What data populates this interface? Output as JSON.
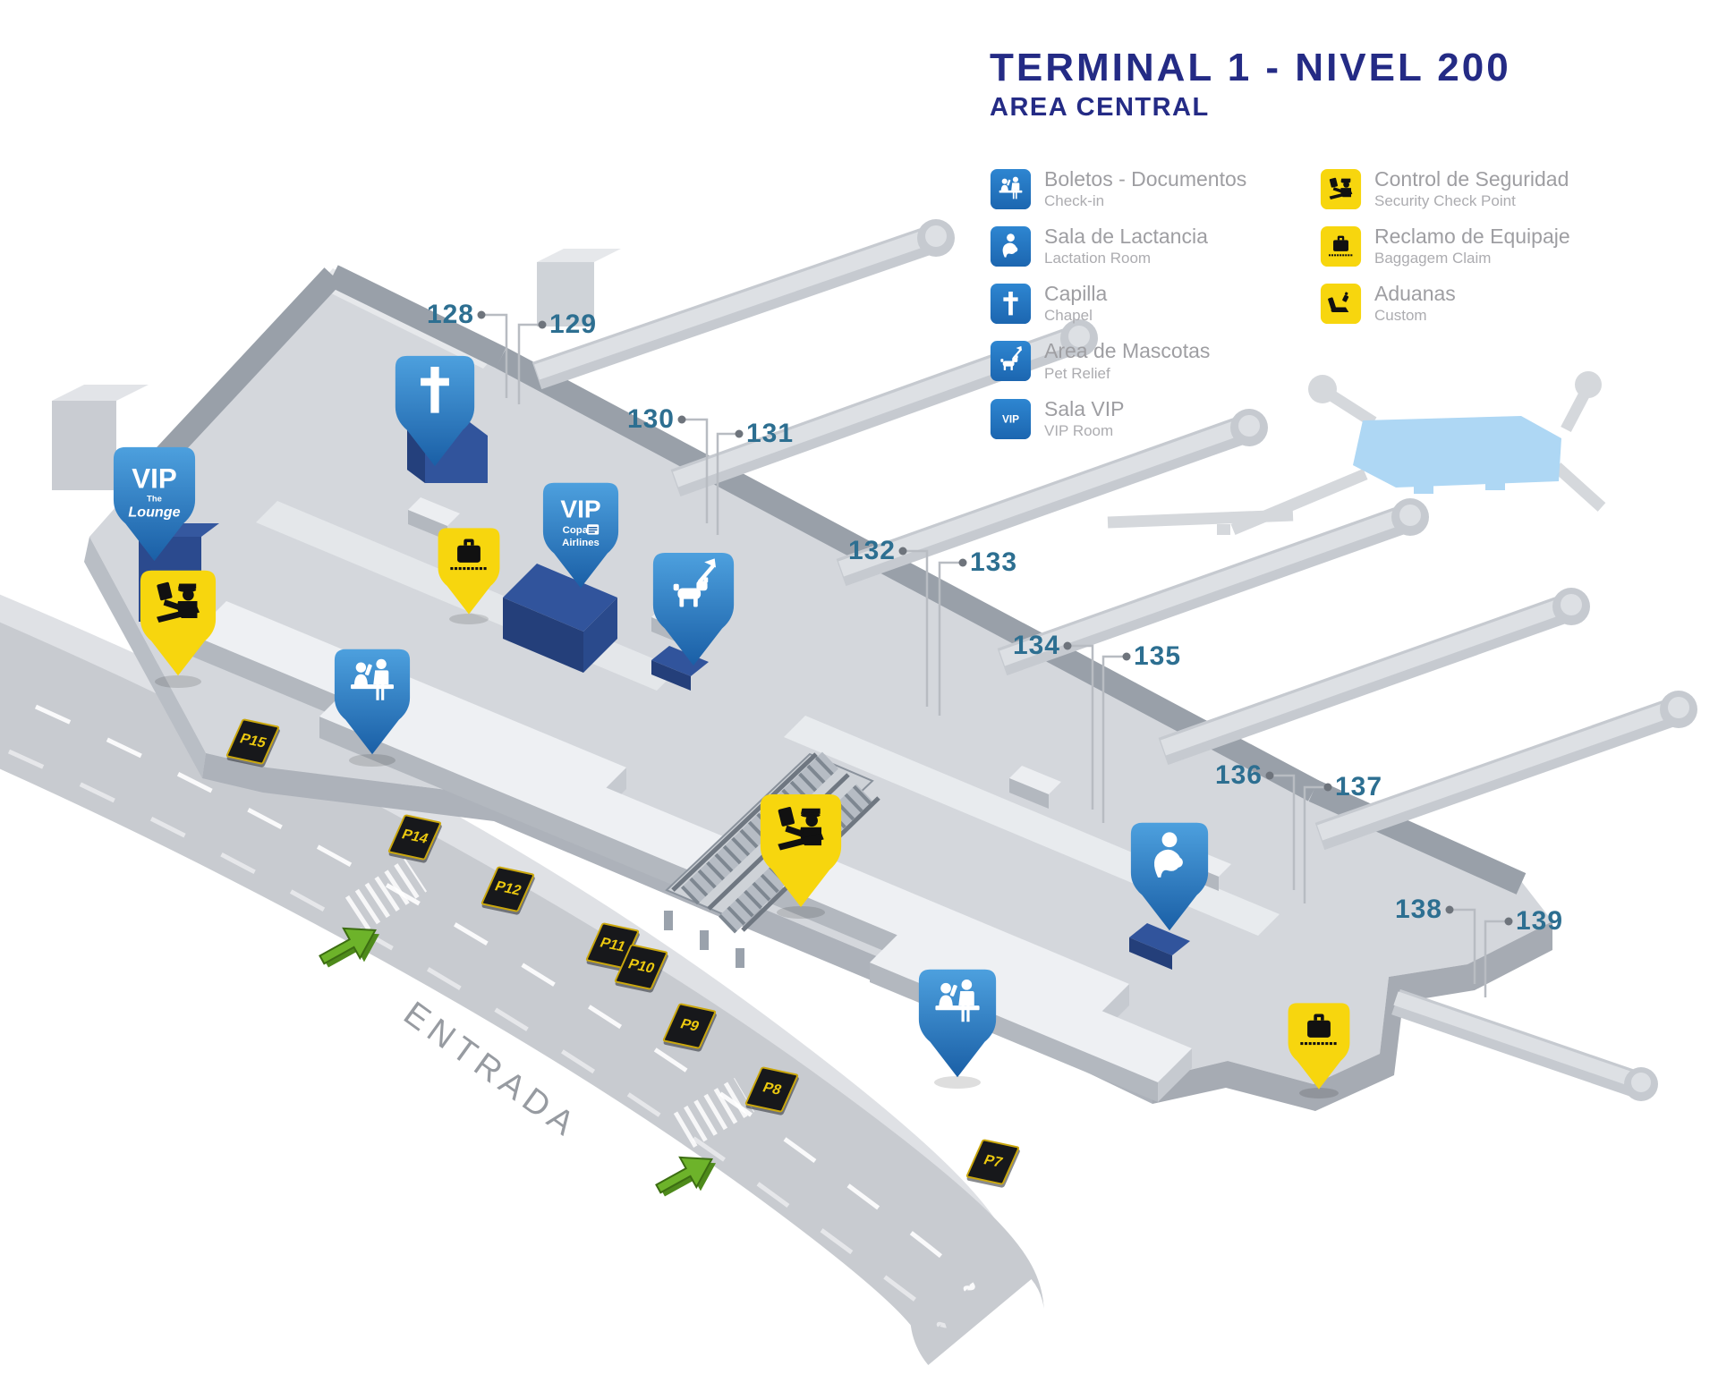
{
  "header": {
    "title": "TERMINAL 1 - NIVEL 200",
    "subtitle": "AREA CENTRAL"
  },
  "legend": {
    "left": [
      {
        "icon": "checkin-icon",
        "title": "Boletos - Documentos",
        "subtitle": "Check-in",
        "tile_color": "blue"
      },
      {
        "icon": "lactation-icon",
        "title": "Sala de Lactancia",
        "subtitle": "Lactation Room",
        "tile_color": "blue"
      },
      {
        "icon": "chapel-icon",
        "title": "Capilla",
        "subtitle": "Chapel",
        "tile_color": "blue"
      },
      {
        "icon": "pet-icon",
        "title": "Area de Mascotas",
        "subtitle": "Pet Relief",
        "tile_color": "blue"
      },
      {
        "icon": "vip-icon",
        "title": "Sala VIP",
        "subtitle": "VIP Room",
        "tile_color": "blue",
        "badge": "VIP"
      }
    ],
    "right": [
      {
        "icon": "security-icon",
        "title": "Control de Seguridad",
        "subtitle": "Security Check Point",
        "tile_color": "yellow"
      },
      {
        "icon": "baggage-icon",
        "title": "Reclamo de Equipaje",
        "subtitle": "Baggagem Claim",
        "tile_color": "yellow"
      },
      {
        "icon": "customs-icon",
        "title": "Aduanas",
        "subtitle": "Custom",
        "tile_color": "yellow"
      }
    ]
  },
  "map": {
    "entrance_label": "ENTRADA",
    "gates": [
      "128",
      "129",
      "130",
      "131",
      "132",
      "133",
      "134",
      "135",
      "136",
      "137",
      "138",
      "139"
    ],
    "parking_signs": [
      "P15",
      "P14",
      "P12",
      "P11",
      "P10",
      "P9",
      "P8",
      "P7"
    ],
    "pins": {
      "vip_lounge": {
        "line1": "VIP",
        "line2": "The",
        "line3": "Lounge"
      },
      "vip_copa": {
        "line1": "VIP",
        "line2": "Copa",
        "line3": "Airlines"
      }
    }
  },
  "colors": {
    "title_navy": "#242b85",
    "gate_number_teal": "#2d6f91",
    "legend_text_gray": "#9e9ea2",
    "pin_blue": "#1f6cb5",
    "pin_yellow": "#f7d60e",
    "arrow_green": "#6db32a",
    "minimap_highlight": "#aed7f4",
    "dark_platform_blue": "#2f4f96"
  }
}
